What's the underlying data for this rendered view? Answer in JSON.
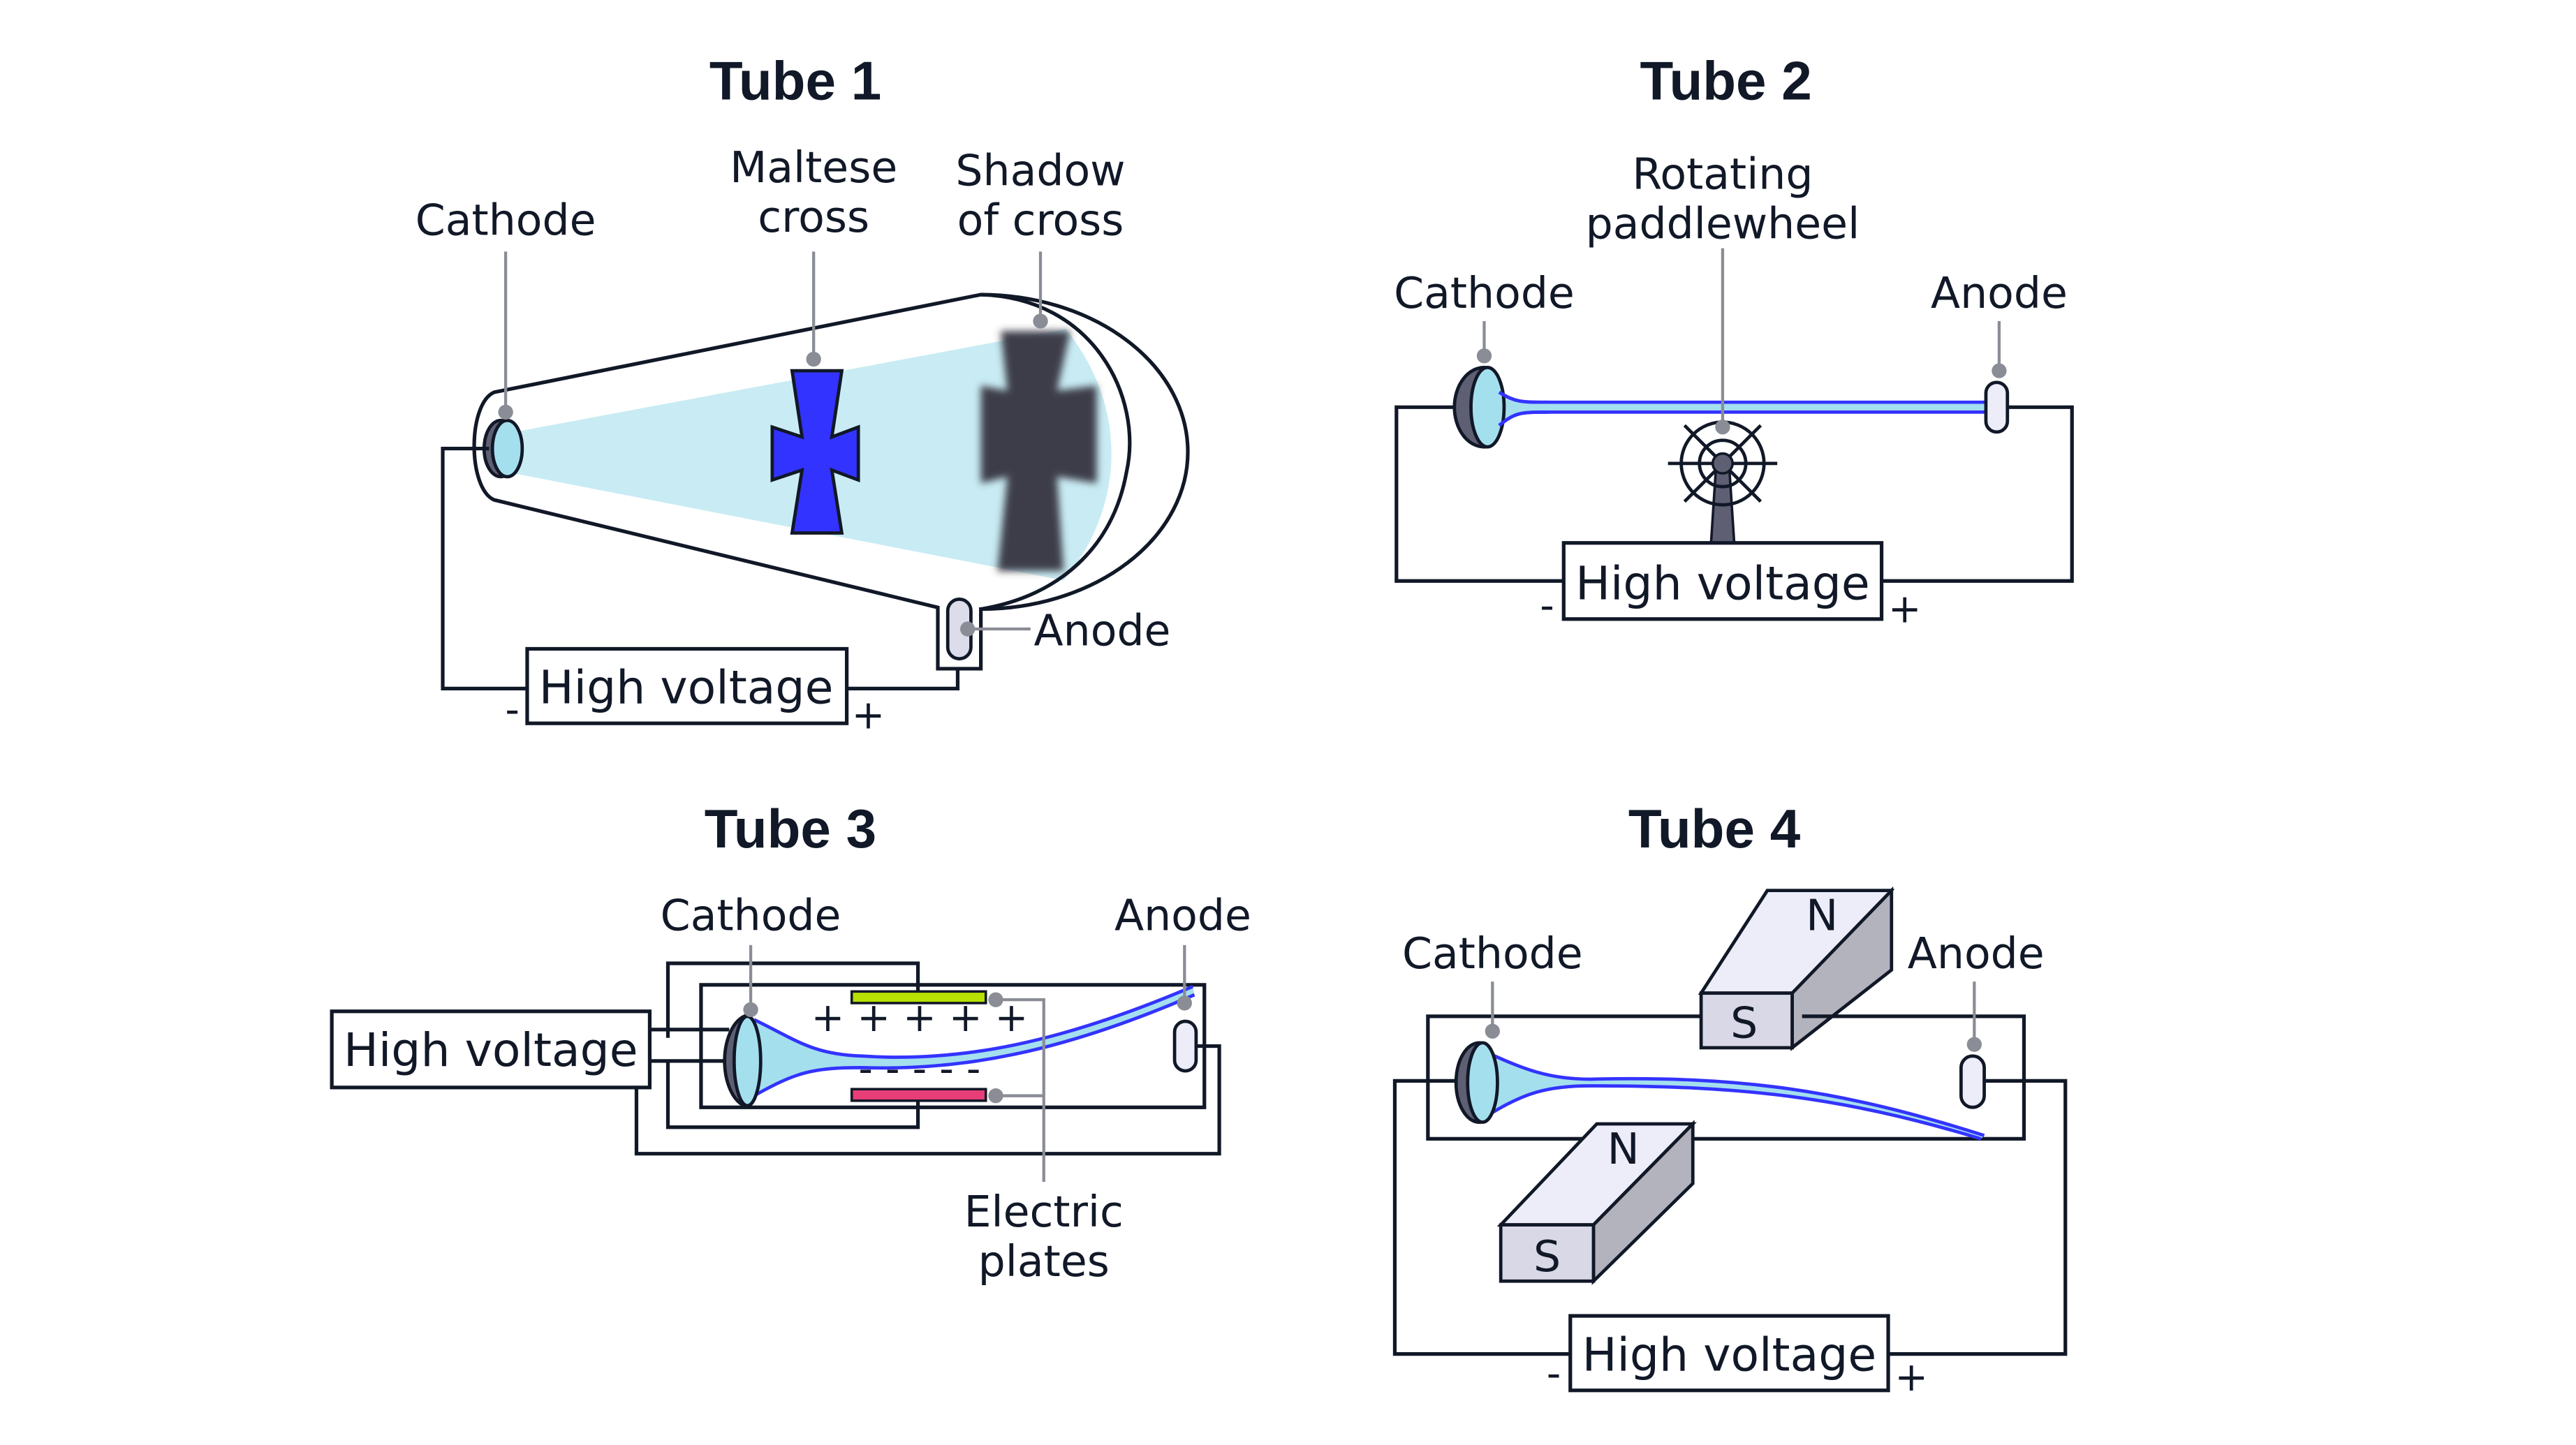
{
  "tube1": {
    "title": "Tube 1",
    "labels": {
      "cathode": "Cathode",
      "maltese_line1": "Maltese",
      "maltese_line2": "cross",
      "shadow_line1": "Shadow",
      "shadow_line2": "of cross",
      "anode": "Anode"
    },
    "power": {
      "label": "High voltage",
      "minus": "-",
      "plus": "+"
    }
  },
  "tube2": {
    "title": "Tube 2",
    "labels": {
      "paddle_line1": "Rotating",
      "paddle_line2": "paddlewheel",
      "cathode": "Cathode",
      "anode": "Anode"
    },
    "power": {
      "label": "High voltage",
      "minus": "-",
      "plus": "+"
    }
  },
  "tube3": {
    "title": "Tube 3",
    "labels": {
      "cathode": "Cathode",
      "anode": "Anode",
      "plates_line1": "Electric",
      "plates_line2": "plates",
      "positive_charges": "+ + + + +",
      "negative_charges": "- - - - -"
    },
    "power": {
      "label": "High voltage"
    }
  },
  "tube4": {
    "title": "Tube 4",
    "labels": {
      "cathode": "Cathode",
      "anode": "Anode"
    },
    "magnets": [
      {
        "north": "N",
        "south": "S"
      },
      {
        "north": "N",
        "south": "S"
      }
    ],
    "power": {
      "label": "High voltage",
      "minus": "-",
      "plus": "+"
    }
  },
  "colors": {
    "beam_fill": "#c9ecf4",
    "cathode_face": "#a4dfee",
    "cathode_back": "#5e5f72",
    "beam_line": "#3333ff",
    "maltese_cross": "#3333ff",
    "shadow": "#3c3c4a",
    "positive_plate": "#b8e000",
    "negative_plate": "#e83e78",
    "magnet_face": "#d8d8e6",
    "magnet_top": "#ededfa",
    "magnet_side": "#b3b3be",
    "anode_fill": "#dcdcea"
  }
}
